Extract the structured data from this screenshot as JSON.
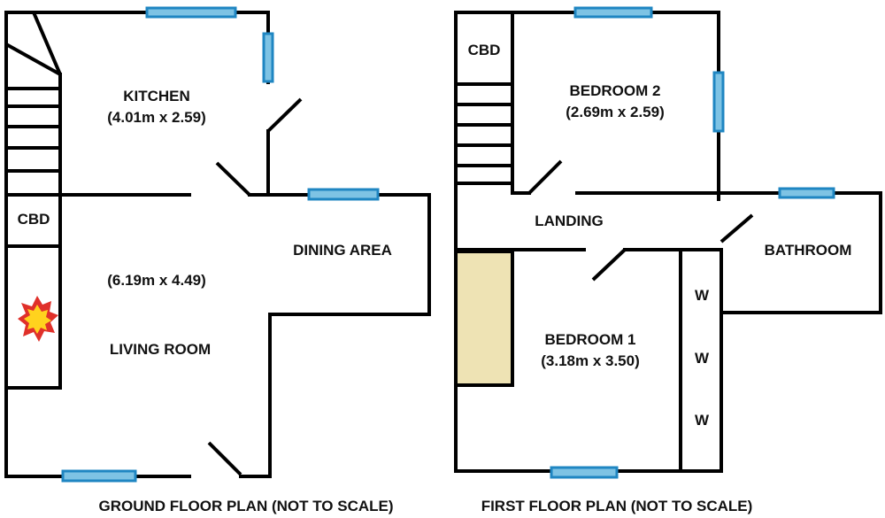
{
  "ground_floor": {
    "caption": "GROUND FLOOR PLAN (NOT TO SCALE)",
    "rooms": {
      "kitchen": {
        "name": "KITCHEN",
        "size": "(4.01m x 2.59)"
      },
      "living_room": {
        "name": "LIVING ROOM",
        "size": "(6.19m x 4.49)"
      },
      "dining_area": {
        "name": "DINING AREA"
      },
      "cupboard": {
        "name": "CBD"
      }
    }
  },
  "first_floor": {
    "caption": "FIRST FLOOR PLAN (NOT TO SCALE)",
    "rooms": {
      "bedroom_2": {
        "name": "BEDROOM 2",
        "size": "(2.69m x 2.59)"
      },
      "bedroom_1": {
        "name": "BEDROOM 1",
        "size": "(3.18m x 3.50)"
      },
      "landing": {
        "name": "LANDING"
      },
      "bathroom": {
        "name": "BATHROOM"
      },
      "cupboard": {
        "name": "CBD"
      },
      "wardrobe": {
        "labels": [
          "W",
          "W",
          "W"
        ]
      }
    }
  },
  "colors": {
    "wall": "#000000",
    "window_fill": "#7ec3e4",
    "window_border": "#1f86c2",
    "fill_block": "#eee3b4",
    "fireplace_red": "#e0302a",
    "fireplace_yellow": "#ffd21e"
  }
}
